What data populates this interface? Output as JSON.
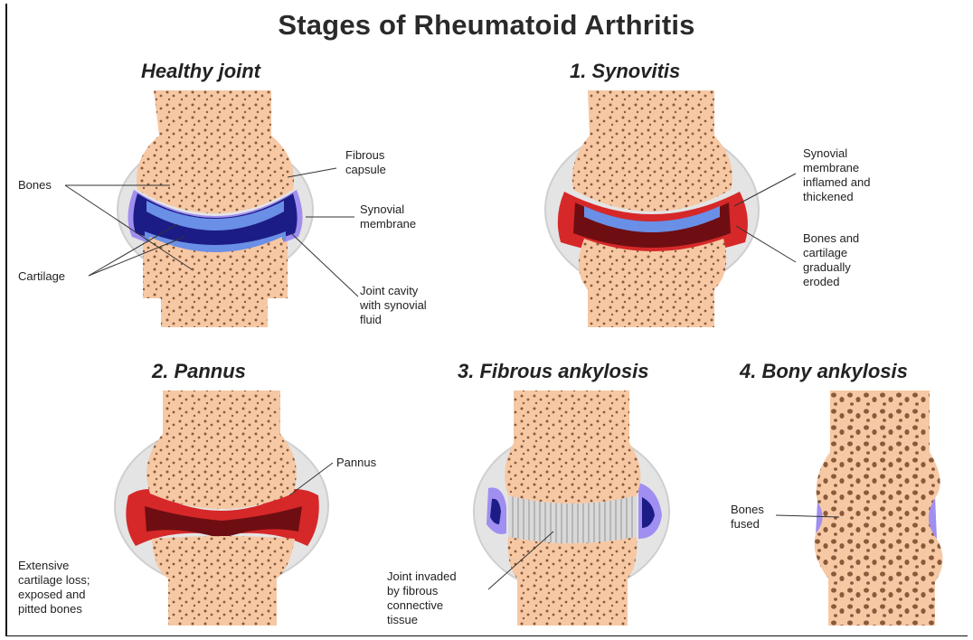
{
  "title": "Stages of Rheumatoid Arthritis",
  "panels": {
    "healthy": {
      "title": "Healthy joint",
      "labels": {
        "bones": "Bones",
        "cartilage": "Cartilage",
        "fibrous_capsule": "Fibrous\ncapsule",
        "synovial_membrane": "Synovial\nmembrane",
        "joint_cavity": "Joint cavity\nwith synovial\nfluid"
      }
    },
    "synovitis": {
      "title": "1. Synovitis",
      "labels": {
        "inflamed": "Synovial\nmembrane\ninflamed and\nthickened",
        "eroded": "Bones and\ncartilage\ngradually\neroded"
      }
    },
    "pannus": {
      "title": "2. Pannus",
      "labels": {
        "pannus": "Pannus",
        "loss": "Extensive\ncartilage loss;\nexposed and\npitted bones"
      }
    },
    "fibrous": {
      "title": "3. Fibrous ankylosis",
      "labels": {
        "invaded": "Joint invaded\nby fibrous\nconnective\ntissue"
      }
    },
    "bony": {
      "title": "4. Bony ankylosis",
      "labels": {
        "fused": "Bones\nfused"
      }
    }
  },
  "colors": {
    "bone": "#f6c8a4",
    "bone_dots": "#8a5a3c",
    "capsule": "#e2e2e2",
    "cartilage": "#6a8fe6",
    "synovium": "#a08ef0",
    "cavity": "#1c1c86",
    "inflamed": "#d62828",
    "eroded": "#6e0e12",
    "fibrous": "#cfcfcf"
  }
}
